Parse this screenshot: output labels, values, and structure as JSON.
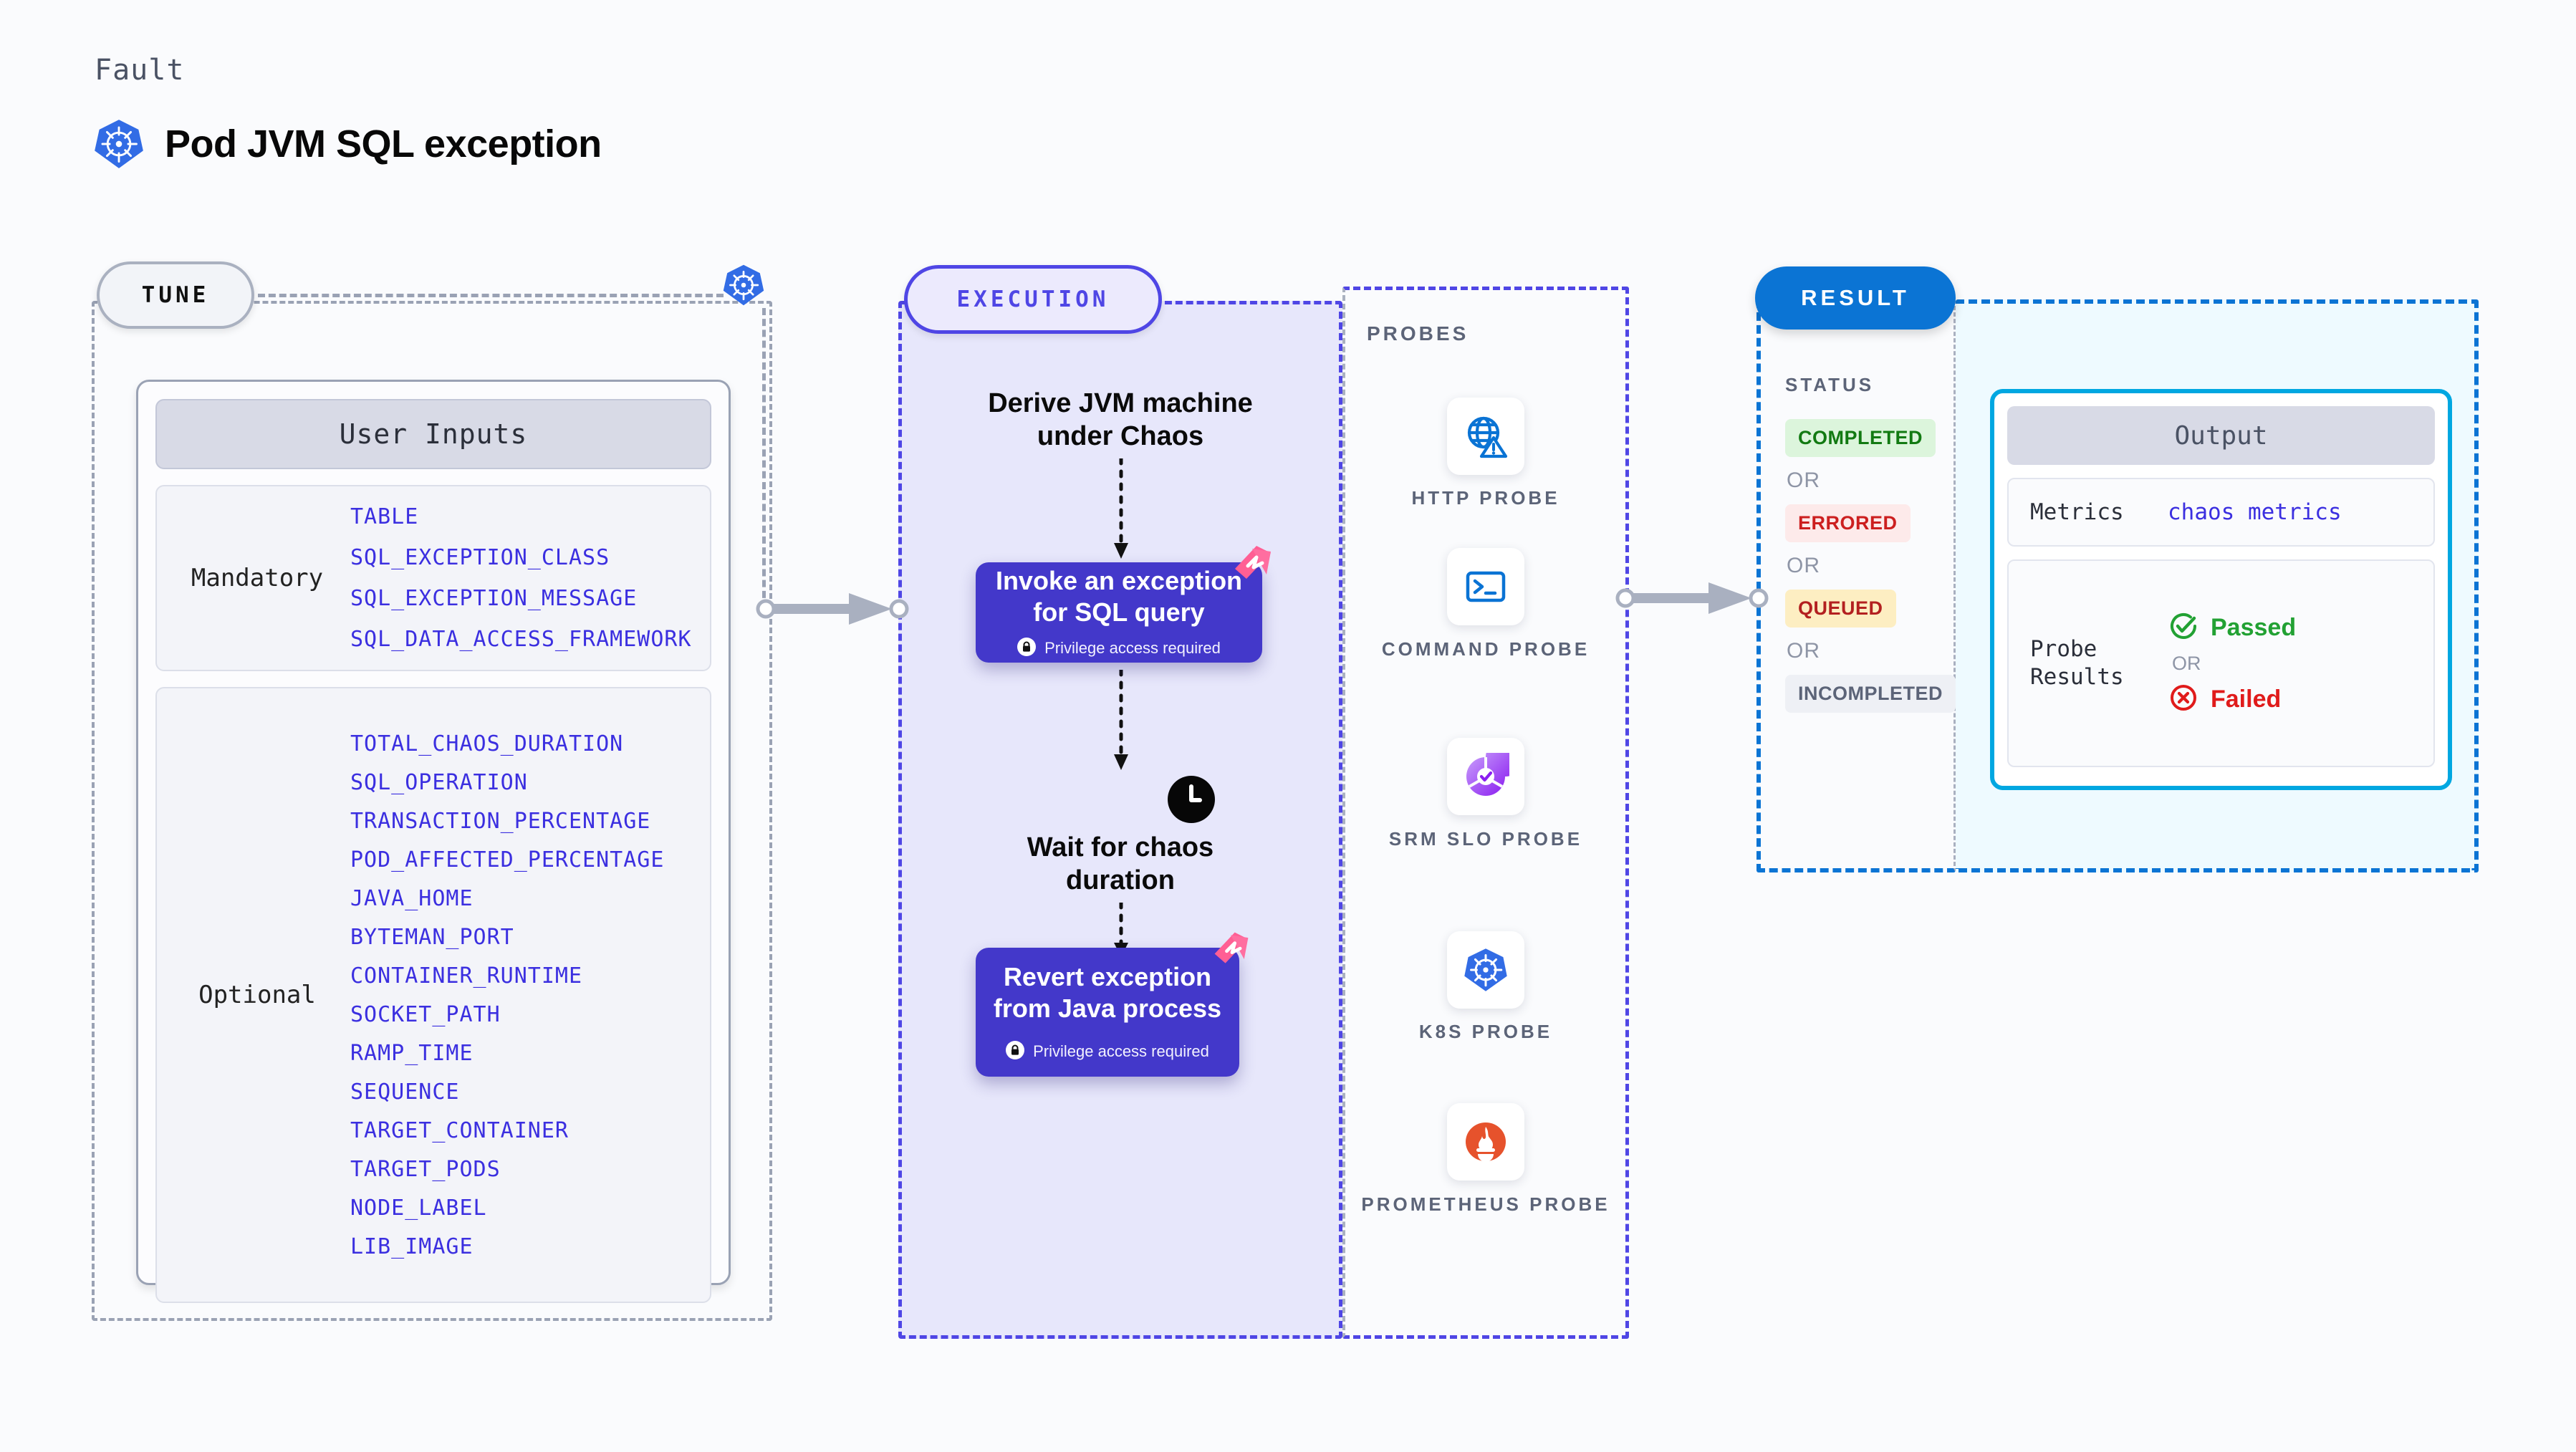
{
  "header": {
    "fault_label": "Fault",
    "title": "Pod JVM SQL exception",
    "icon": "kubernetes-icon"
  },
  "tune": {
    "pill_label": "TUNE",
    "icon": "kubernetes-icon",
    "user_inputs_title": "User Inputs",
    "groups": [
      {
        "label": "Mandatory",
        "params": [
          "TABLE",
          "SQL_EXCEPTION_CLASS",
          "SQL_EXCEPTION_MESSAGE",
          "SQL_DATA_ACCESS_FRAMEWORK"
        ]
      },
      {
        "label": "Optional",
        "params": [
          "TOTAL_CHAOS_DURATION",
          "SQL_OPERATION",
          "TRANSACTION_PERCENTAGE",
          "POD_AFFECTED_PERCENTAGE",
          "JAVA_HOME",
          "BYTEMAN_PORT",
          "CONTAINER_RUNTIME",
          "SOCKET_PATH",
          "RAMP_TIME",
          "SEQUENCE",
          "TARGET_CONTAINER",
          "TARGET_PODS",
          "NODE_LABEL",
          "LIB_IMAGE"
        ]
      }
    ]
  },
  "execution": {
    "pill_label": "EXECUTION",
    "step_derive": "Derive JVM machine\nunder Chaos",
    "step_wait": "Wait for chaos\nduration",
    "card_invoke": {
      "title": "Invoke an exception\nfor SQL query",
      "privilege": "Privilege access required",
      "lock_icon": "lock-icon",
      "corner_icon": "harness-logo-icon"
    },
    "card_revert": {
      "title": "Revert exception\nfrom Java process",
      "privilege": "Privilege access required",
      "lock_icon": "lock-icon",
      "corner_icon": "harness-logo-icon"
    },
    "wait_icon": "clock-icon"
  },
  "probes": {
    "section_label": "PROBES",
    "items": [
      {
        "label": "HTTP PROBE",
        "icon": "globe-warning-icon"
      },
      {
        "label": "COMMAND PROBE",
        "icon": "terminal-icon"
      },
      {
        "label": "SRM SLO PROBE",
        "icon": "slo-gauge-check-icon"
      },
      {
        "label": "K8S PROBE",
        "icon": "kubernetes-icon"
      },
      {
        "label": "PROMETHEUS PROBE",
        "icon": "prometheus-flame-icon"
      }
    ]
  },
  "result": {
    "pill_label": "RESULT",
    "status_label": "STATUS",
    "or_label": "OR",
    "statuses": [
      {
        "label": "COMPLETED",
        "bg": "#dcf5dc",
        "fg": "#127a12"
      },
      {
        "label": "ERRORED",
        "bg": "#fdeaea",
        "fg": "#cc1f1f"
      },
      {
        "label": "QUEUED",
        "bg": "#fdeec2",
        "fg": "#b32020"
      },
      {
        "label": "INCOMPLETED",
        "bg": "#eef0f5",
        "fg": "#5c6478"
      }
    ],
    "output": {
      "title": "Output",
      "metrics_label": "Metrics",
      "metrics_value": "chaos metrics",
      "probe_results_label": "Probe\nResults",
      "passed_label": "Passed",
      "failed_label": "Failed",
      "or_label": "OR",
      "passed_icon": "check-circle-icon",
      "failed_icon": "x-circle-icon"
    }
  },
  "colors": {
    "accent_purple": "#4338ca",
    "accent_blue": "#0b74d4",
    "accent_cyan": "#00a7e1",
    "param_blue": "#3b2fe0",
    "harness_pink": "#ff6396",
    "k8s_blue": "#326ce5",
    "prometheus_orange": "#e6522c",
    "pass_green": "#22a133",
    "fail_red": "#e01b1b"
  }
}
